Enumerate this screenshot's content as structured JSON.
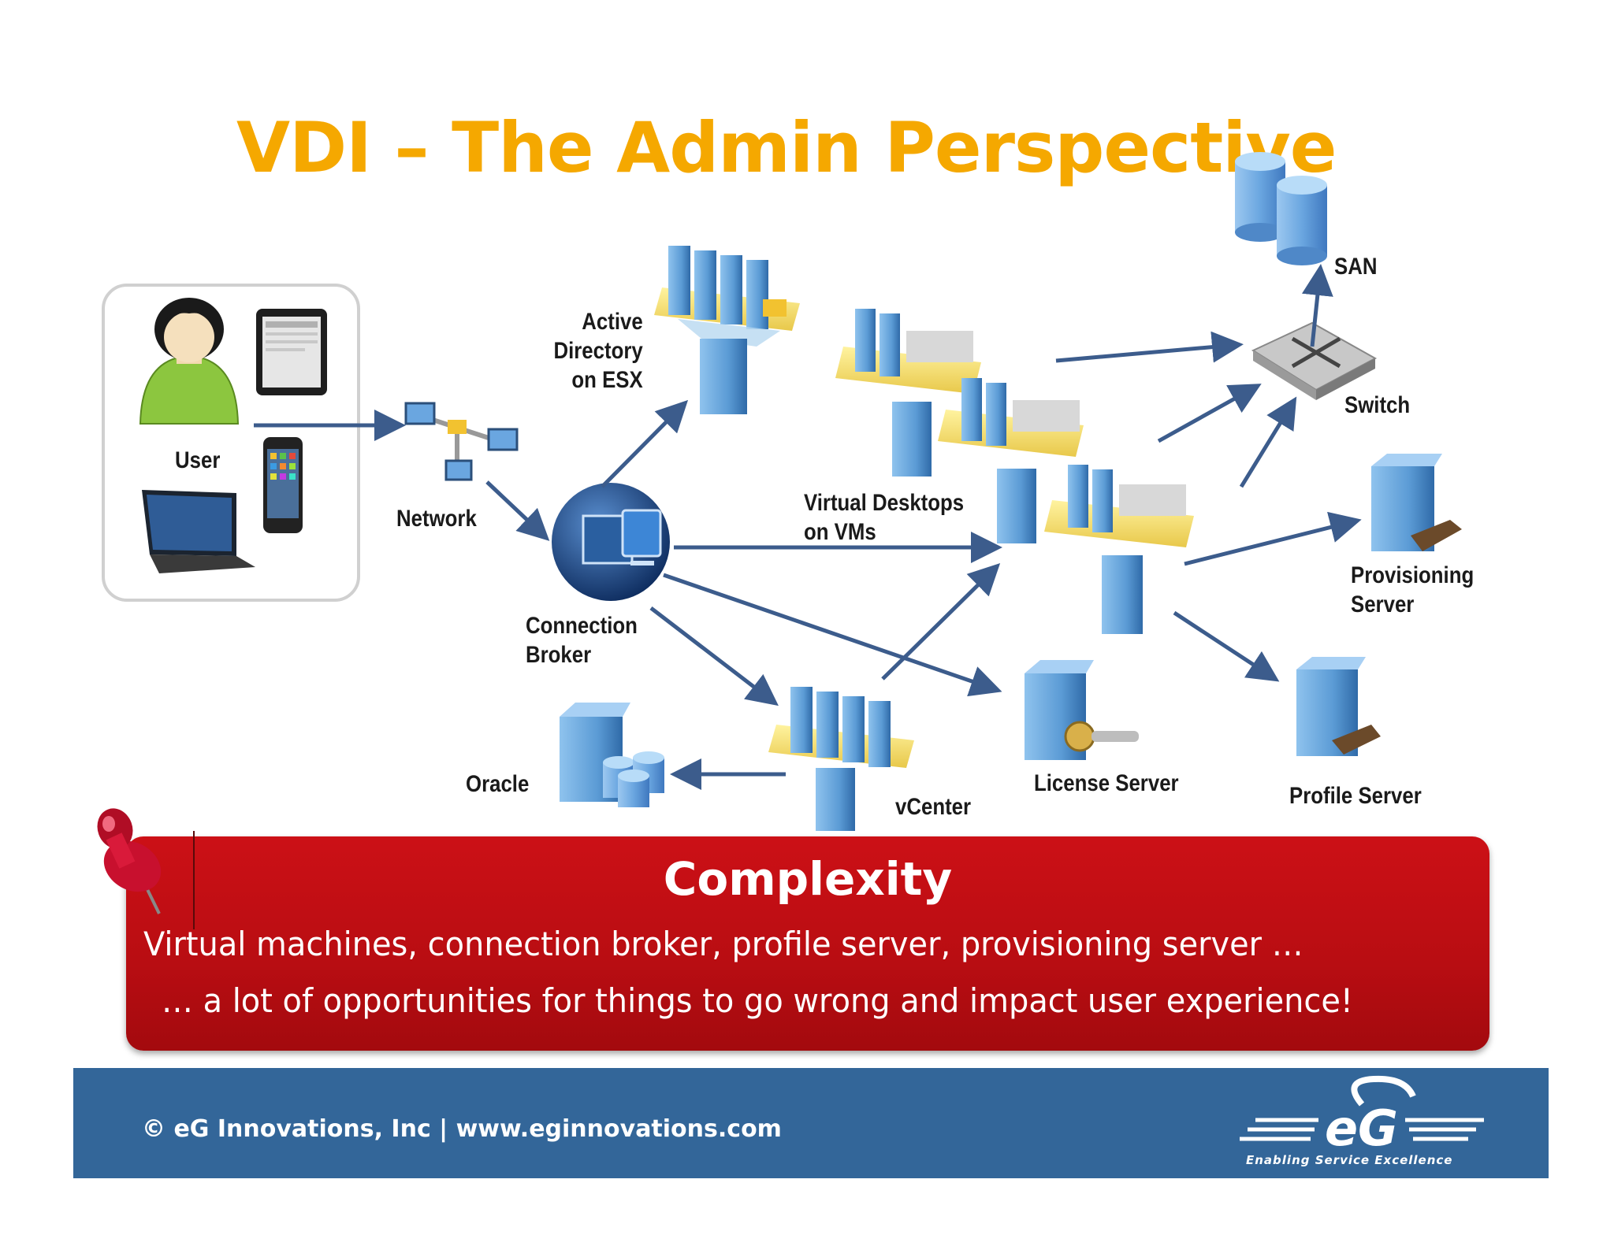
{
  "slide": {
    "title": "VDI – The Admin Perspective"
  },
  "diagram": {
    "labels": {
      "user": "User",
      "network": "Network",
      "active_directory": [
        "Active",
        "Directory",
        "on ESX"
      ],
      "connection_broker": [
        "Connection",
        "Broker"
      ],
      "virtual_desktops": [
        "Virtual Desktops",
        "on VMs"
      ],
      "san": "SAN",
      "switch": "Switch",
      "provisioning_server": [
        "Provisioning",
        "Server"
      ],
      "oracle": "Oracle",
      "vcenter": "vCenter",
      "license_server": "License Server",
      "profile_server": "Profile Server"
    }
  },
  "callout": {
    "title": "Complexity",
    "line1": "Virtual machines, connection broker, profile server, provisioning  server …",
    "line2": "… a lot of opportunities for things to go wrong and impact user experience!"
  },
  "footer": {
    "copyright": "© eG Innovations, Inc  |  www.eginnovations.com",
    "logo_text": "eG",
    "tagline": "Enabling Service Excellence"
  },
  "colors": {
    "title": "#f5a800",
    "arrow": "#3c5c8c",
    "callout_red": "#c0101a",
    "footer_blue": "#336699",
    "server_blue": "#5b9bd5"
  }
}
